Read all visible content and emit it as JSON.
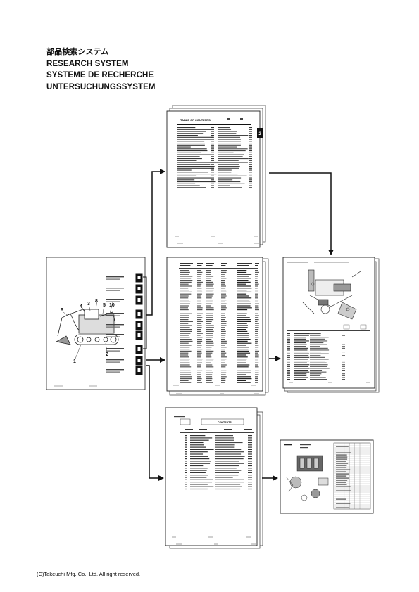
{
  "titles": {
    "japanese": "部品検索システム",
    "english": "RESEARCH SYSTEM",
    "french": "SYSTEME DE RECHERCHE",
    "german": "UNTERSUCHUNGSSYSTEM"
  },
  "toc_page": {
    "heading": "TABLE OF CONTENTS",
    "tab_marker": "2"
  },
  "machine_page": {
    "callouts": [
      "1",
      "2",
      "3",
      "4",
      "5",
      "6",
      "8",
      "10"
    ]
  },
  "contents_page": {
    "heading": "CONTENTS"
  },
  "copyright": "(C)Takeuchi Mfg. Co., Ltd. All right reserved."
}
